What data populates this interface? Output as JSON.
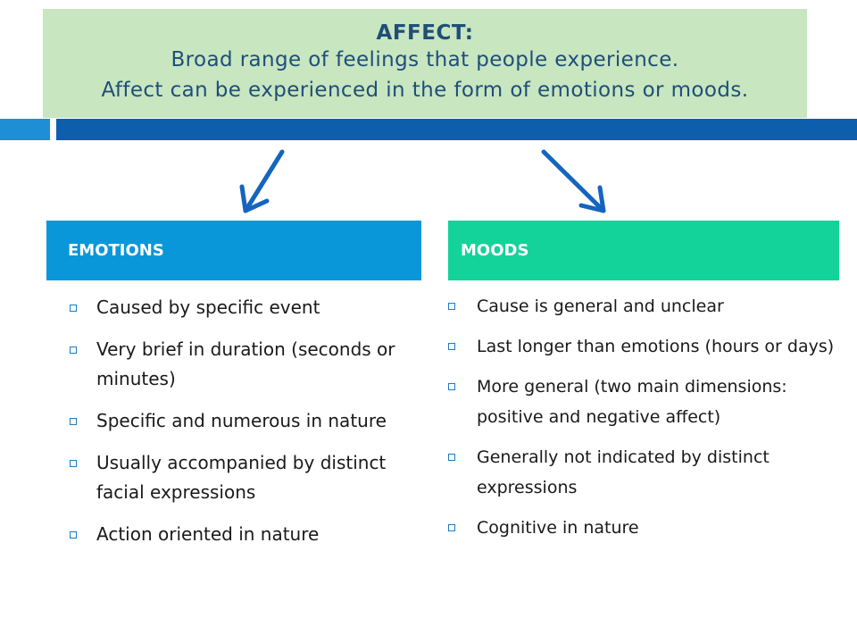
{
  "header": {
    "title": "AFFECT:",
    "line1": "Broad range of feelings that people experience.",
    "line2": "Affect can be experienced in the form of emotions or moods."
  },
  "emotions": {
    "label": "EMOTIONS",
    "items": [
      "Caused by specific event",
      "Very brief in duration (seconds or minutes)",
      "Specific and numerous in nature",
      "Usually accompanied by distinct facial expressions",
      "Action oriented in nature"
    ]
  },
  "moods": {
    "label": "MOODS",
    "items": [
      "Cause is general and unclear",
      "Last longer than emotions (hours or days)",
      "More general (two main dimensions: positive and negative affect)",
      "Generally not indicated by distinct expressions",
      "Cognitive in nature"
    ]
  },
  "colors": {
    "header_bg": "#c8e6c0",
    "emotions": "#0a97d9",
    "moods": "#14d39a",
    "arrow": "#1565c0",
    "accent": "#0d5fae"
  }
}
